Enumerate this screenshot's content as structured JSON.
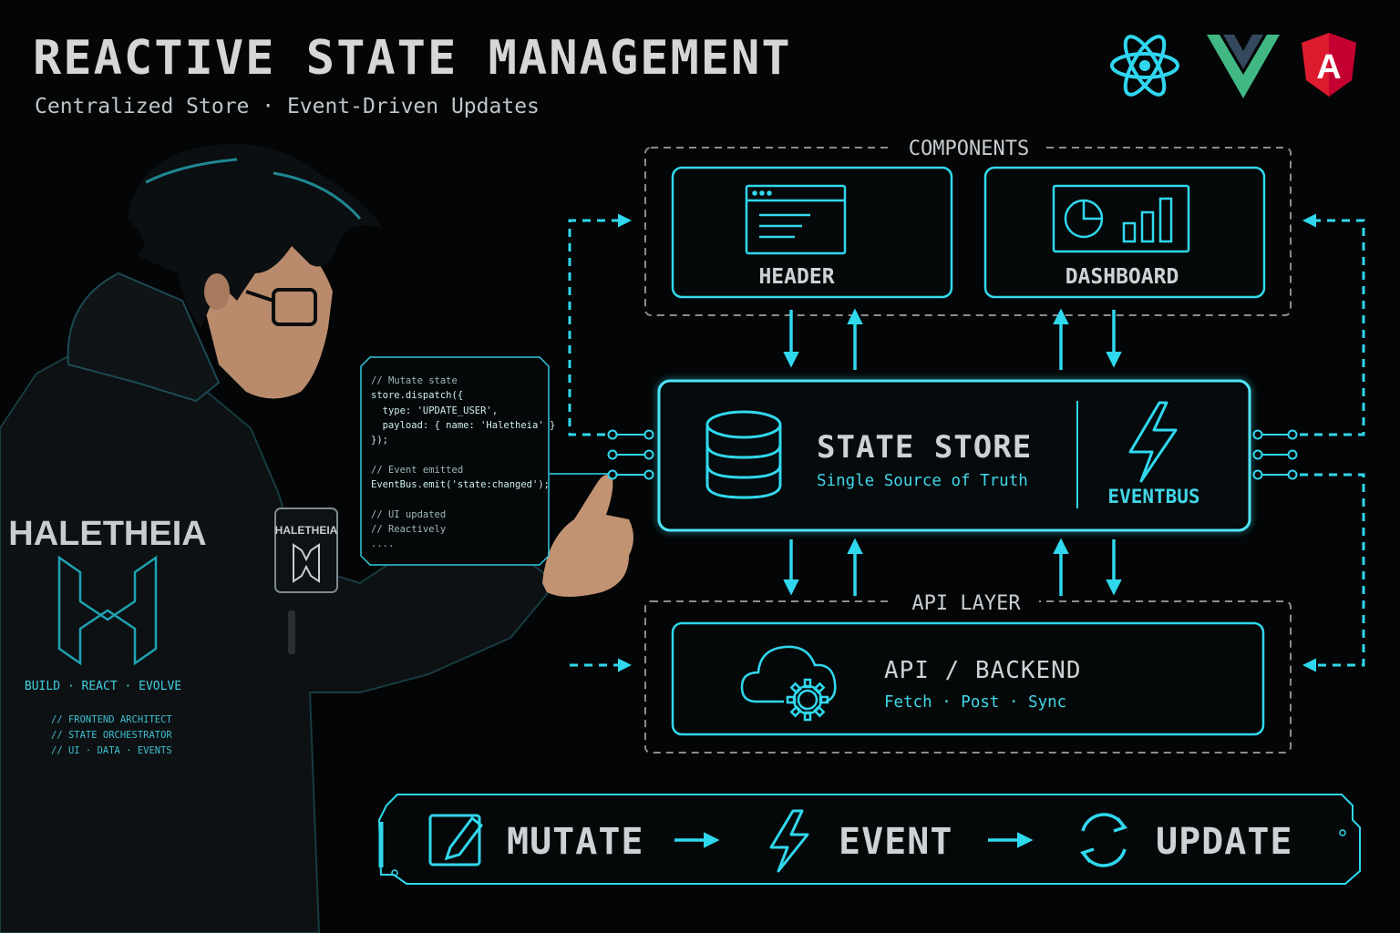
{
  "header": {
    "title": "REACTIVE STATE MANAGEMENT",
    "subtitle": "Centralized Store · Event-Driven Updates"
  },
  "logos": [
    {
      "name": "react-logo",
      "color": "#30d6f0"
    },
    {
      "name": "vue-logo",
      "color": "#41b883"
    },
    {
      "name": "angular-logo",
      "color": "#dd1b2f",
      "letter": "A"
    }
  ],
  "components": {
    "group_label": "COMPONENTS",
    "header_card": {
      "label": "HEADER",
      "icon": "browser-window-icon"
    },
    "dashboard_card": {
      "label": "DASHBOARD",
      "icon": "chart-icon"
    }
  },
  "store": {
    "title": "STATE STORE",
    "subtitle": "Single Source of Truth",
    "icon": "database-icon",
    "eventbus_label": "EVENTBUS",
    "eventbus_icon": "lightning-icon"
  },
  "api": {
    "group_label": "API LAYER",
    "title": "API / BACKEND",
    "subtitle": "Fetch · Post · Sync",
    "icon": "cloud-gear-icon"
  },
  "code_panel": {
    "lines": [
      "// Mutate state",
      "store.dispatch({",
      "  type: 'UPDATE_USER',",
      "  payload: { name: 'Haletheia' }",
      "});",
      "",
      "// Event emitted",
      "EventBus.emit('state:changed');",
      "",
      "// UI updated",
      "// Reactively",
      "...."
    ]
  },
  "character": {
    "back_text": "HALETHEIA",
    "sleeve_text": "HALETHEIA",
    "tagline": "BUILD · REACT · EVOLVE",
    "roles": [
      "// FRONTEND ARCHITECT",
      "// STATE ORCHESTRATOR",
      "// UI · DATA · EVENTS"
    ]
  },
  "flow": {
    "steps": [
      {
        "label": "MUTATE",
        "icon": "edit-icon"
      },
      {
        "label": "EVENT",
        "icon": "lightning-icon"
      },
      {
        "label": "UPDATE",
        "icon": "refresh-icon"
      }
    ]
  },
  "colors": {
    "accent": "#30d8ee",
    "background": "#040506",
    "dashed_border": "#8a8d90",
    "text_light": "#d4d6d8"
  }
}
